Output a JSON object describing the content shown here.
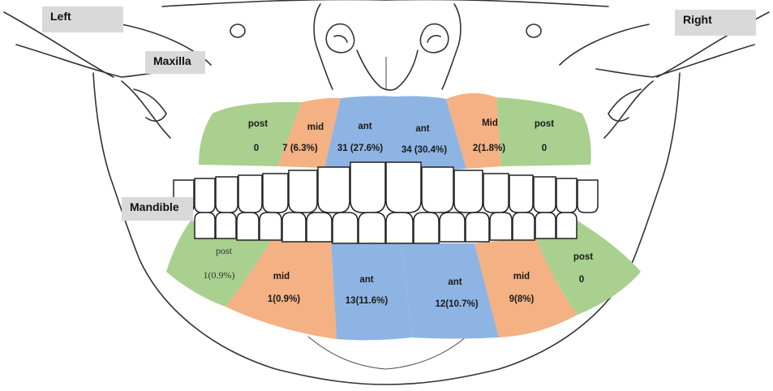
{
  "labels": {
    "left": "Left",
    "right": "Right",
    "maxilla": "Maxilla",
    "mandible": "Mandible"
  },
  "colors": {
    "post": "#a9d08e",
    "mid": "#f4b183",
    "ant": "#8eb4e3"
  },
  "maxilla": {
    "left_post": {
      "name": "post",
      "value": "0"
    },
    "left_mid": {
      "name": "mid",
      "value": "7 (6.3%)"
    },
    "left_ant": {
      "name": "ant",
      "value": "31 (27.6%)"
    },
    "right_ant": {
      "name": "ant",
      "value": "34 (30.4%)"
    },
    "right_mid": {
      "name": "Mid",
      "value": "2(1.8%)"
    },
    "right_post": {
      "name": "post",
      "value": "0"
    }
  },
  "mandible": {
    "left_post": {
      "name": "post",
      "value": "1(0.9%)"
    },
    "left_mid": {
      "name": "mid",
      "value": "1(0.9%)"
    },
    "left_ant": {
      "name": "ant",
      "value": "13(11.6%)"
    },
    "right_ant": {
      "name": "ant",
      "value": "12(10.7%)"
    },
    "right_mid": {
      "name": "mid",
      "value": "9(8%)"
    },
    "right_post": {
      "name": "post",
      "value": "0"
    }
  }
}
